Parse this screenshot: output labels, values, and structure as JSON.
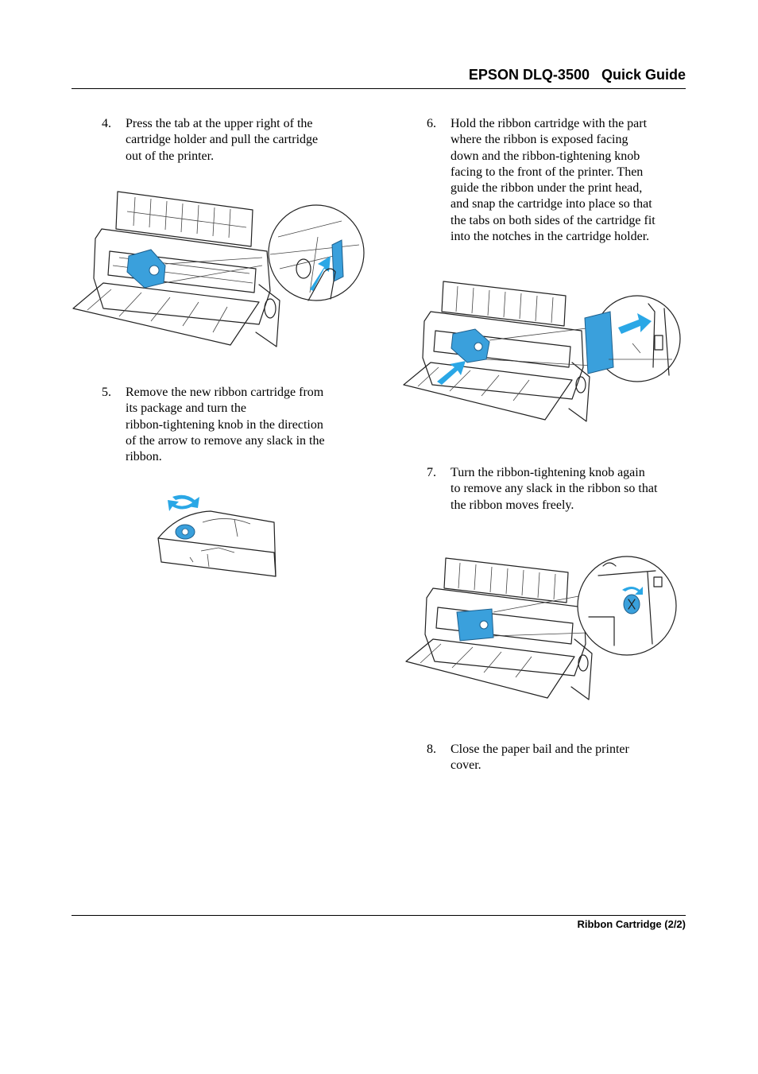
{
  "header": {
    "title": "EPSON DLQ-3500   Quick Guide"
  },
  "steps": [
    {
      "num": "4.",
      "text": "Press the tab at the upper right of the\ncartridge holder and pull the cartridge\nout of the printer."
    },
    {
      "num": "5.",
      "text": "Remove the new ribbon cartridge from\nits package and turn the\nribbon-tightening knob in the direction\nof the arrow to remove any slack in the\nribbon."
    },
    {
      "num": "6.",
      "text": "Hold the ribbon cartridge with the part\nwhere the ribbon is exposed facing\ndown and the ribbon-tightening knob\nfacing to the front of the printer. Then\nguide the ribbon under the print head,\nand snap the cartridge into place so that\nthe tabs on both sides of the cartridge fit\ninto the notches in the cartridge holder."
    },
    {
      "num": "7.",
      "text": "Turn the ribbon-tightening knob again\nto remove any slack in the ribbon so that\nthe ribbon moves freely."
    },
    {
      "num": "8.",
      "text": "Close the paper bail and the printer\ncover."
    }
  ],
  "footer": {
    "section": "Ribbon Cartridge  (2/2)"
  },
  "colors": {
    "accent": "#3aa0dc",
    "arrow": "#2aa7e6",
    "text": "#000000"
  }
}
